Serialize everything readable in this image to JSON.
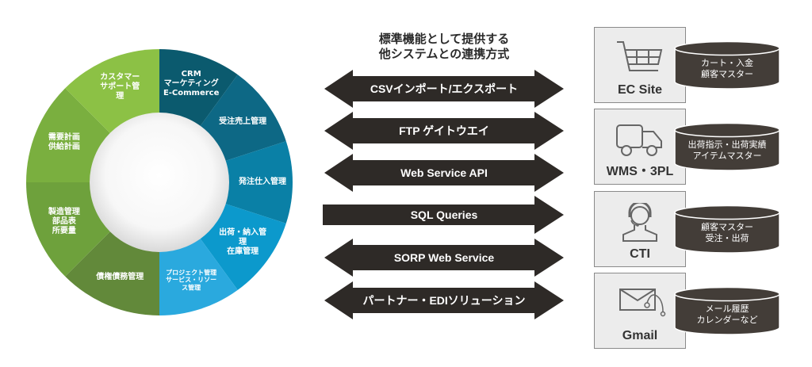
{
  "wheel": {
    "segments": [
      {
        "id": "crm",
        "label": "CRM\nマーケティング\nE-Commerce",
        "color": "#0b5a6e"
      },
      {
        "id": "order-sales",
        "label": "受注売上管理",
        "color": "#0d6885"
      },
      {
        "id": "purchasing",
        "label": "発注仕入管理",
        "color": "#0a80a6"
      },
      {
        "id": "shipping-inventory",
        "label": "出荷・納入管\n理\n在庫管理",
        "color": "#0c99cc"
      },
      {
        "id": "project-resource",
        "label": "プロジェクト管理\nサービス・リソー\nス管理",
        "color": "#2aa9de"
      },
      {
        "id": "receivables-payables",
        "label": "債権債務管理",
        "color": "#62893a"
      },
      {
        "id": "manufacturing",
        "label": "製造管理\n部品表\n所要量",
        "color": "#6ea13c"
      },
      {
        "id": "demand-supply",
        "label": "需要計画\n供給計画",
        "color": "#7aaf3f"
      },
      {
        "id": "customer-support",
        "label": "カスタマー\nサポート管\n理",
        "color": "#8cc145"
      }
    ]
  },
  "integration": {
    "title": "標準機能として提供する\n他システムとの連携方式",
    "methods": [
      {
        "label": "CSVインポート/エクスポート",
        "direction": "both"
      },
      {
        "label": "FTP ゲイトウエイ",
        "direction": "both"
      },
      {
        "label": "Web Service API",
        "direction": "both"
      },
      {
        "label": "SQL Queries",
        "direction": "right"
      },
      {
        "label": "SORP Web Service",
        "direction": "both"
      },
      {
        "label": "パートナー・EDIソリューション",
        "direction": "both"
      }
    ],
    "arrow_color": "#2e2a27"
  },
  "systems": [
    {
      "name": "EC Site",
      "icon": "shopping-cart-icon",
      "data": "カート・入金\n顧客マスター"
    },
    {
      "name": "WMS・3PL",
      "icon": "truck-icon",
      "data": "出荷指示・出荷実績\nアイテムマスター"
    },
    {
      "name": "CTI",
      "icon": "headset-operator-icon",
      "data": "顧客マスター\n受注・出荷"
    },
    {
      "name": "Gmail",
      "icon": "mail-envelope-icon",
      "data": "メール履歴\nカレンダーなど"
    }
  ],
  "cylinder_color": "#433d38"
}
